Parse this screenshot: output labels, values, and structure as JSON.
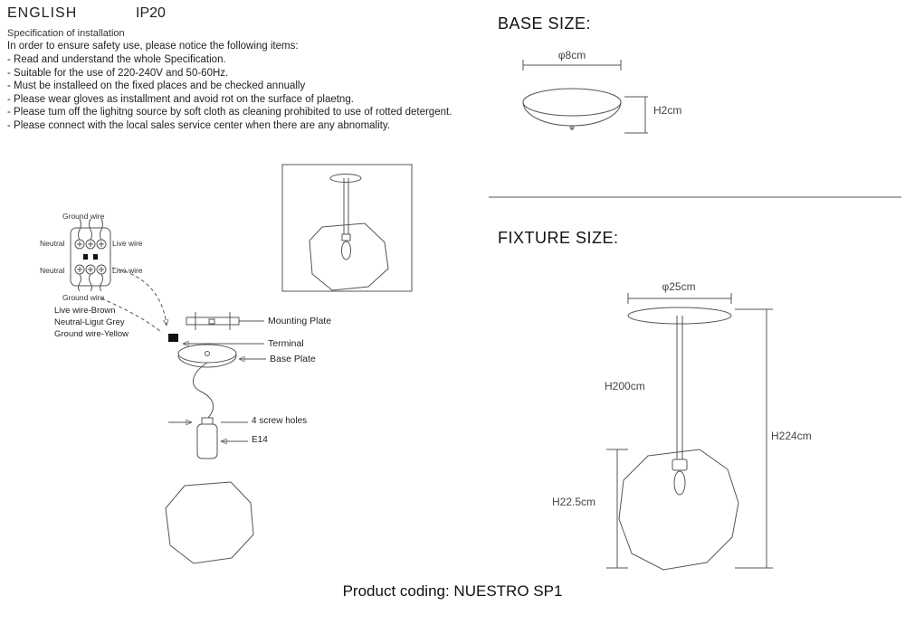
{
  "header": {
    "language": "ENGLISH",
    "ip_rating": "IP20"
  },
  "spec": {
    "title": "Specification of installation",
    "intro": "In order to ensure safety use, please notice the following items:",
    "items": [
      "- Read and understand the whole Specification.",
      "- Suitable for the use of 220-240V and 50-60Hz.",
      "- Must be installeed on the fixed places and be checked annually",
      "- Please wear gloves as installment and avoid rot on the surface of plaetng.",
      "- Please tum off the lighitng source by soft cloth as cleaning prohibited to use of rotted detergent.",
      "- Please connect with the local sales service center when there are any abnomality."
    ]
  },
  "wiring": {
    "ground_top": "Ground wire",
    "neutral_top": "Neutral",
    "live_top": "Live wire",
    "neutral_bottom": "Neutral",
    "live_bottom": "Live wire",
    "ground_bottom": "Ground wire",
    "legend": [
      "Live wire-Brown",
      "Neutral-Ligut Grey",
      "Ground wire-Yellow"
    ]
  },
  "installation": {
    "mounting_plate": "Mounting Plate",
    "terminal": "Terminal",
    "base_plate": "Base Plate",
    "screw_holes": "4 screw holes",
    "socket": "E14"
  },
  "base_size": {
    "title": "BASE SIZE:",
    "diameter": "φ8cm",
    "height": "H2cm"
  },
  "fixture_size": {
    "title": "FIXTURE SIZE:",
    "diameter": "φ25cm",
    "rod_height": "H200cm",
    "total_height": "H224cm",
    "globe_height": "H22.5cm"
  },
  "footer": {
    "product_coding": "Product coding: NUESTRO SP1"
  }
}
